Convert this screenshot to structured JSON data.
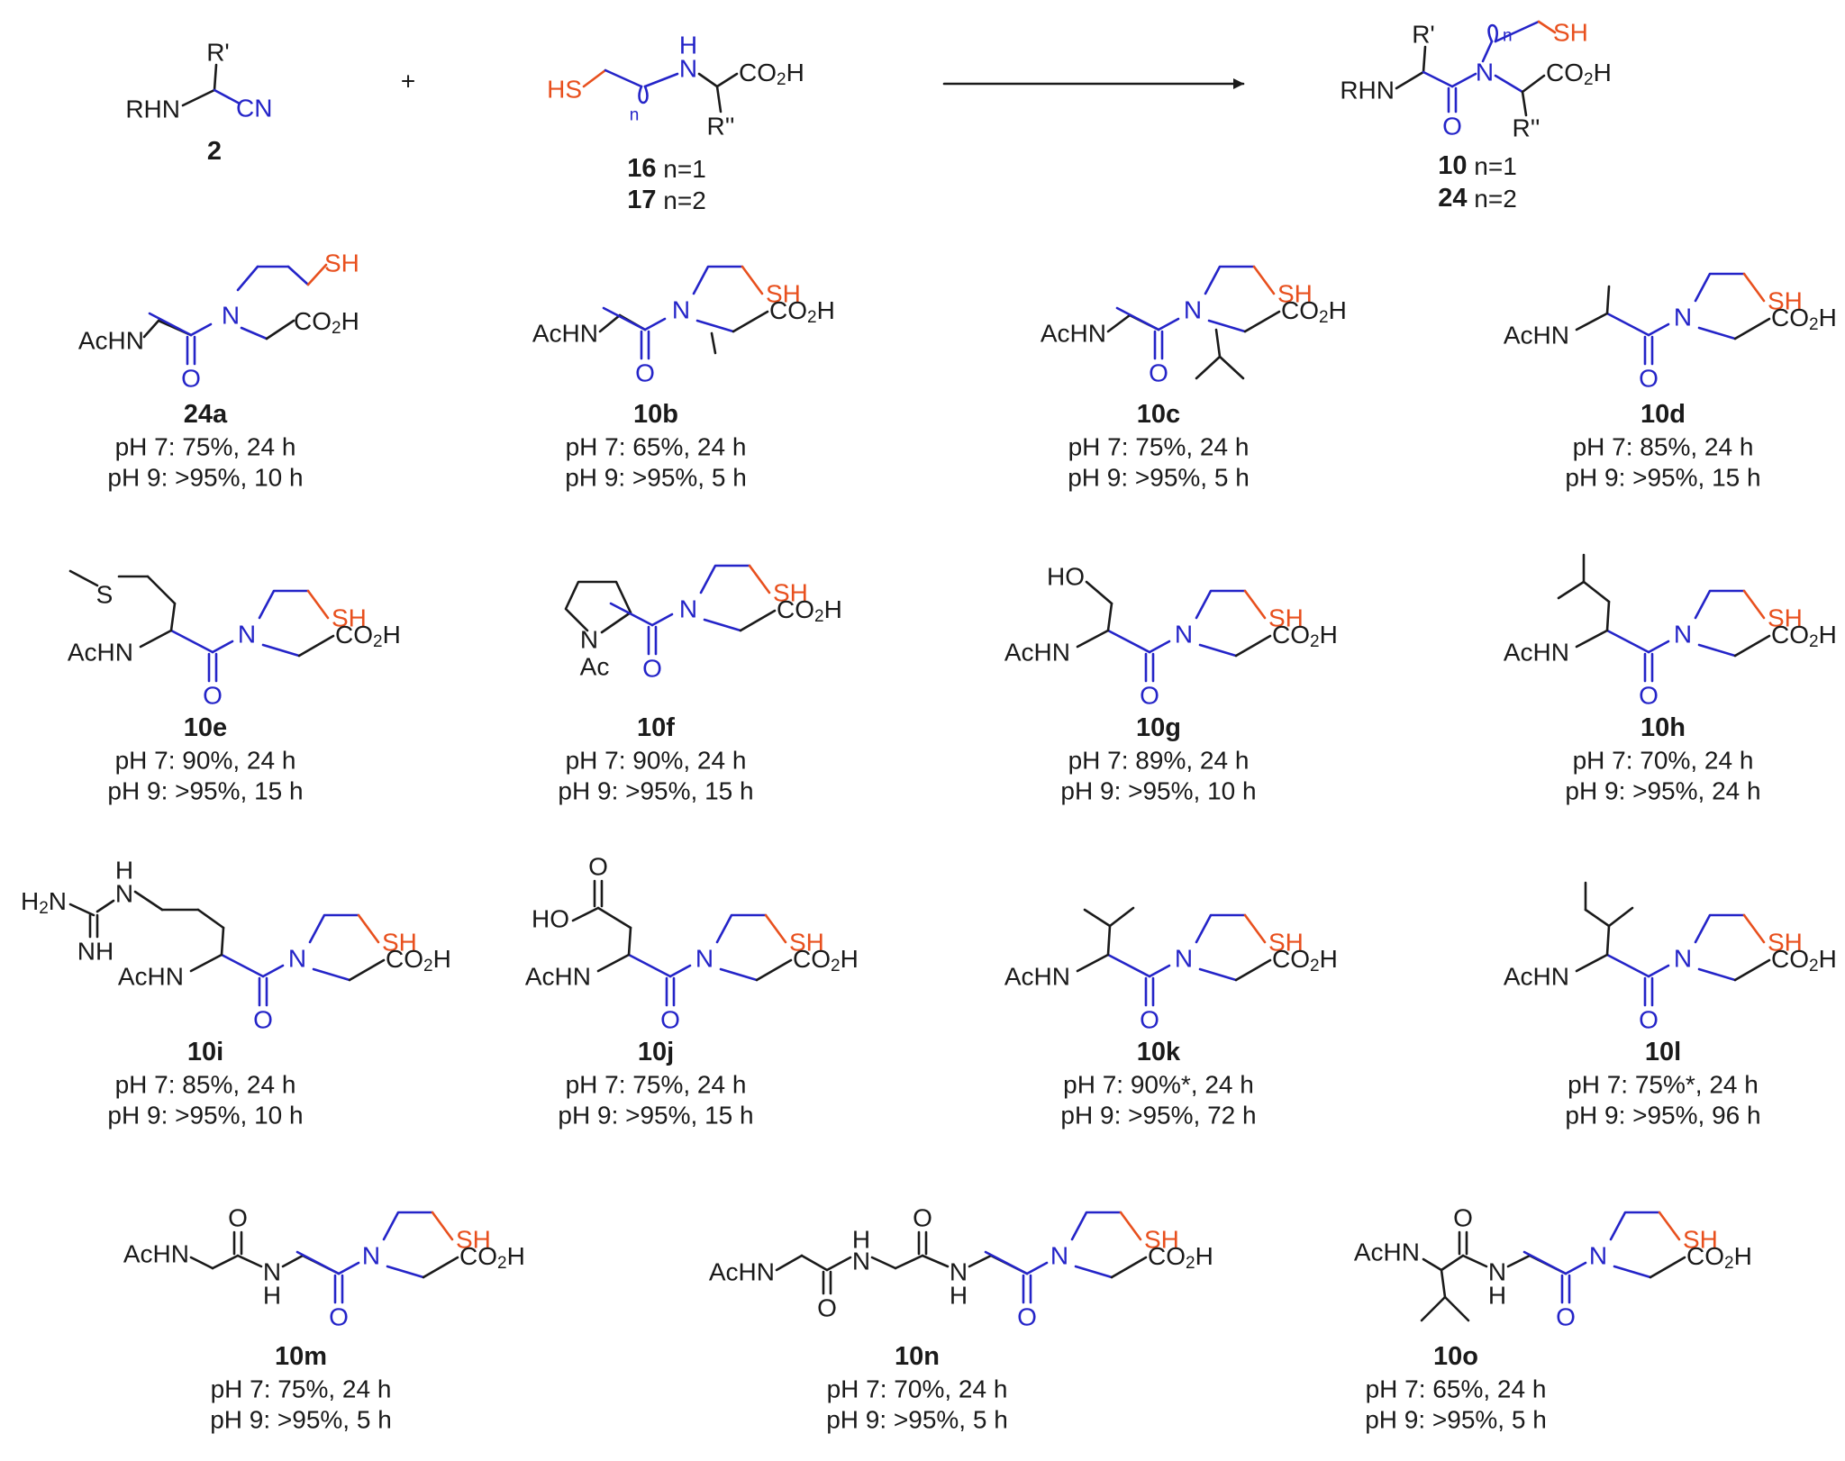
{
  "colors": {
    "backbone": "#2424c8",
    "thiol": "#e8501e",
    "ink": "#1a1a1a"
  },
  "reaction": {
    "plus": "+",
    "r1": {
      "label": "2",
      "atoms": {
        "r_prime": "R'",
        "rhn": "RHN",
        "cn": "CN"
      }
    },
    "r2": {
      "labels": [
        {
          "num": "16",
          "cond": " n=1"
        },
        {
          "num": "17",
          "cond": " n=2"
        }
      ],
      "atoms": {
        "hs": "HS",
        "n": "n",
        "nh_h": "H",
        "nh_n": "N",
        "co2h": "CO",
        "co2h_sub": "2",
        "co2h_h": "H",
        "r2": "R''"
      }
    },
    "product": {
      "labels": [
        {
          "num": "10",
          "cond": " n=1"
        },
        {
          "num": "24",
          "cond": " n=2"
        }
      ],
      "atoms": {
        "r_prime": "R'",
        "rhn": "RHN",
        "o": "O",
        "n": "N",
        "n_sub": "n",
        "sh": "SH",
        "co2h": "CO",
        "co2h_sub": "2",
        "co2h_h": "H",
        "r2": "R''"
      }
    }
  },
  "atoms": {
    "achn": "AcHN",
    "n": "N",
    "o": "O",
    "sh": "SH",
    "co": "CO",
    "sub2": "2",
    "h": "H",
    "s": "S",
    "ho": "HO",
    "ac": "Ac",
    "h2n": "H",
    "h2n_sub": "2",
    "h2n_n": "N",
    "nh": "NH"
  },
  "compounds": [
    {
      "label": "24a",
      "ph7": "pH 7: 75%, 24 h",
      "ph9": "pH 9: >95%, 10 h"
    },
    {
      "label": "10b",
      "ph7": "pH 7: 65%, 24 h",
      "ph9": "pH 9: >95%, 5 h"
    },
    {
      "label": "10c",
      "ph7": "pH 7: 75%, 24 h",
      "ph9": "pH 9: >95%, 5 h"
    },
    {
      "label": "10d",
      "ph7": "pH 7: 85%, 24 h",
      "ph9": "pH 9: >95%, 15 h"
    },
    {
      "label": "10e",
      "ph7": "pH 7: 90%, 24 h",
      "ph9": "pH 9: >95%, 15 h"
    },
    {
      "label": "10f",
      "ph7": "pH 7: 90%, 24 h",
      "ph9": "pH 9: >95%, 15 h"
    },
    {
      "label": "10g",
      "ph7": "pH 7: 89%, 24 h",
      "ph9": "pH 9: >95%, 10 h"
    },
    {
      "label": "10h",
      "ph7": "pH 7: 70%, 24 h",
      "ph9": "pH 9: >95%, 24 h"
    },
    {
      "label": "10i",
      "ph7": "pH 7: 85%, 24 h",
      "ph9": "pH 9: >95%, 10 h"
    },
    {
      "label": "10j",
      "ph7": "pH 7: 75%, 24 h",
      "ph9": "pH 9: >95%, 15 h"
    },
    {
      "label": "10k",
      "ph7": "pH 7: 90%*, 24 h",
      "ph9": "pH 9: >95%, 72 h"
    },
    {
      "label": "10l",
      "ph7": "pH 7: 75%*, 24 h",
      "ph9": "pH 9: >95%, 96 h"
    },
    {
      "label": "10m",
      "ph7": "pH 7: 75%, 24 h",
      "ph9": "pH 9: >95%, 5 h"
    },
    {
      "label": "10n",
      "ph7": "pH 7: 70%, 24 h",
      "ph9": "pH 9: >95%, 5 h"
    },
    {
      "label": "10o",
      "ph7": "pH 7: 65%, 24 h",
      "ph9": "pH 9: >95%, 5 h"
    }
  ]
}
